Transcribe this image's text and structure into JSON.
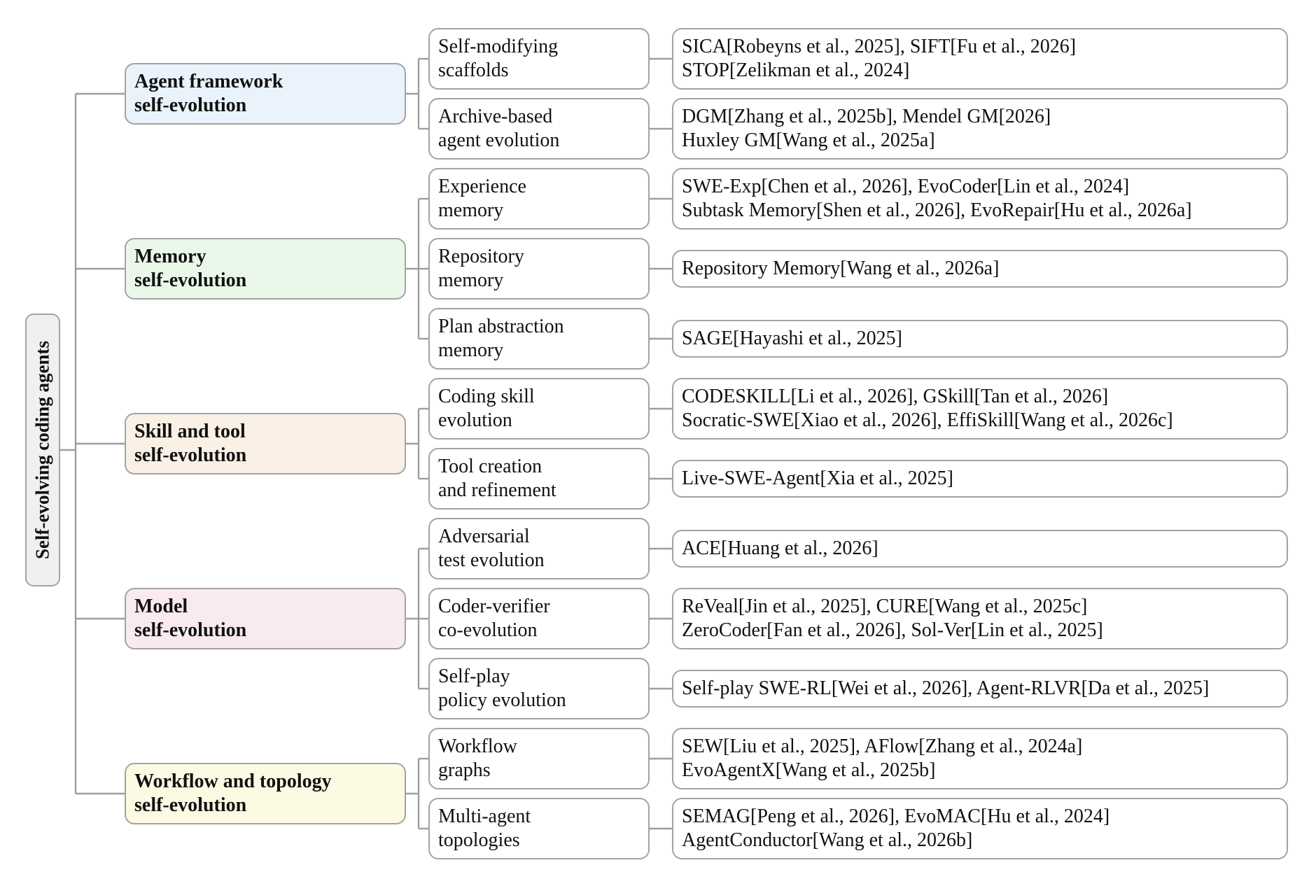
{
  "root": {
    "label": "Self-evolving coding agents"
  },
  "categories": [
    {
      "line1": "Agent framework",
      "line2": "self-evolution",
      "color": "#eaf3fb",
      "subs": [
        {
          "line1": "Self-modifying",
          "line2": "scaffolds",
          "refs": [
            "SICA[Robeyns et al., 2025], SIFT[Fu et al., 2026]",
            "STOP[Zelikman et al., 2024]"
          ]
        },
        {
          "line1": "Archive-based",
          "line2": "agent evolution",
          "refs": [
            "DGM[Zhang et al., 2025b], Mendel GM[2026]",
            "Huxley GM[Wang et al., 2025a]"
          ]
        }
      ]
    },
    {
      "line1": "Memory",
      "line2": "self-evolution",
      "color": "#eaf8ea",
      "subs": [
        {
          "line1": "Experience",
          "line2": "memory",
          "refs": [
            "SWE-Exp[Chen et al., 2026], EvoCoder[Lin et al., 2024]",
            "Subtask Memory[Shen et al., 2026], EvoRepair[Hu et al., 2026a]"
          ]
        },
        {
          "line1": "Repository",
          "line2": "memory",
          "refs": [
            "Repository Memory[Wang et al., 2026a]"
          ]
        },
        {
          "line1": "Plan abstraction",
          "line2": "memory",
          "refs": [
            "SAGE[Hayashi et al., 2025]"
          ]
        }
      ]
    },
    {
      "line1": "Skill and tool",
      "line2": "self-evolution",
      "color": "#fbf0e6",
      "subs": [
        {
          "line1": "Coding skill",
          "line2": "evolution",
          "refs": [
            "CODESKILL[Li et al., 2026], GSkill[Tan et al., 2026]",
            "Socratic-SWE[Xiao et al., 2026], EffiSkill[Wang et al., 2026c]"
          ]
        },
        {
          "line1": "Tool creation",
          "line2": "and refinement",
          "refs": [
            "Live-SWE-Agent[Xia et al., 2025]"
          ]
        }
      ]
    },
    {
      "line1": "Model",
      "line2": "self-evolution",
      "color": "#f8eaee",
      "subs": [
        {
          "line1": "Adversarial",
          "line2": "test evolution",
          "refs": [
            "ACE[Huang et al., 2026]"
          ]
        },
        {
          "line1": "Coder-verifier",
          "line2": "co-evolution",
          "refs": [
            "ReVeal[Jin et al., 2025], CURE[Wang et al., 2025c]",
            "ZeroCoder[Fan et al., 2026], Sol-Ver[Lin et al., 2025]"
          ]
        },
        {
          "line1": "Self-play",
          "line2": "policy evolution",
          "refs": [
            "Self-play SWE-RL[Wei et al., 2026], Agent-RLVR[Da et al., 2025]"
          ]
        }
      ]
    },
    {
      "line1": "Workflow and topology",
      "line2": "self-evolution",
      "color": "#fdfae3",
      "subs": [
        {
          "line1": "Workflow",
          "line2": "graphs",
          "refs": [
            "SEW[Liu et al., 2025], AFlow[Zhang et al., 2024a]",
            "EvoAgentX[Wang et al., 2025b]"
          ]
        },
        {
          "line1": "Multi-agent",
          "line2": "topologies",
          "refs": [
            "SEMAG[Peng et al., 2026], EvoMAC[Hu et al., 2024]",
            "AgentConductor[Wang et al., 2026b]"
          ]
        }
      ]
    }
  ]
}
